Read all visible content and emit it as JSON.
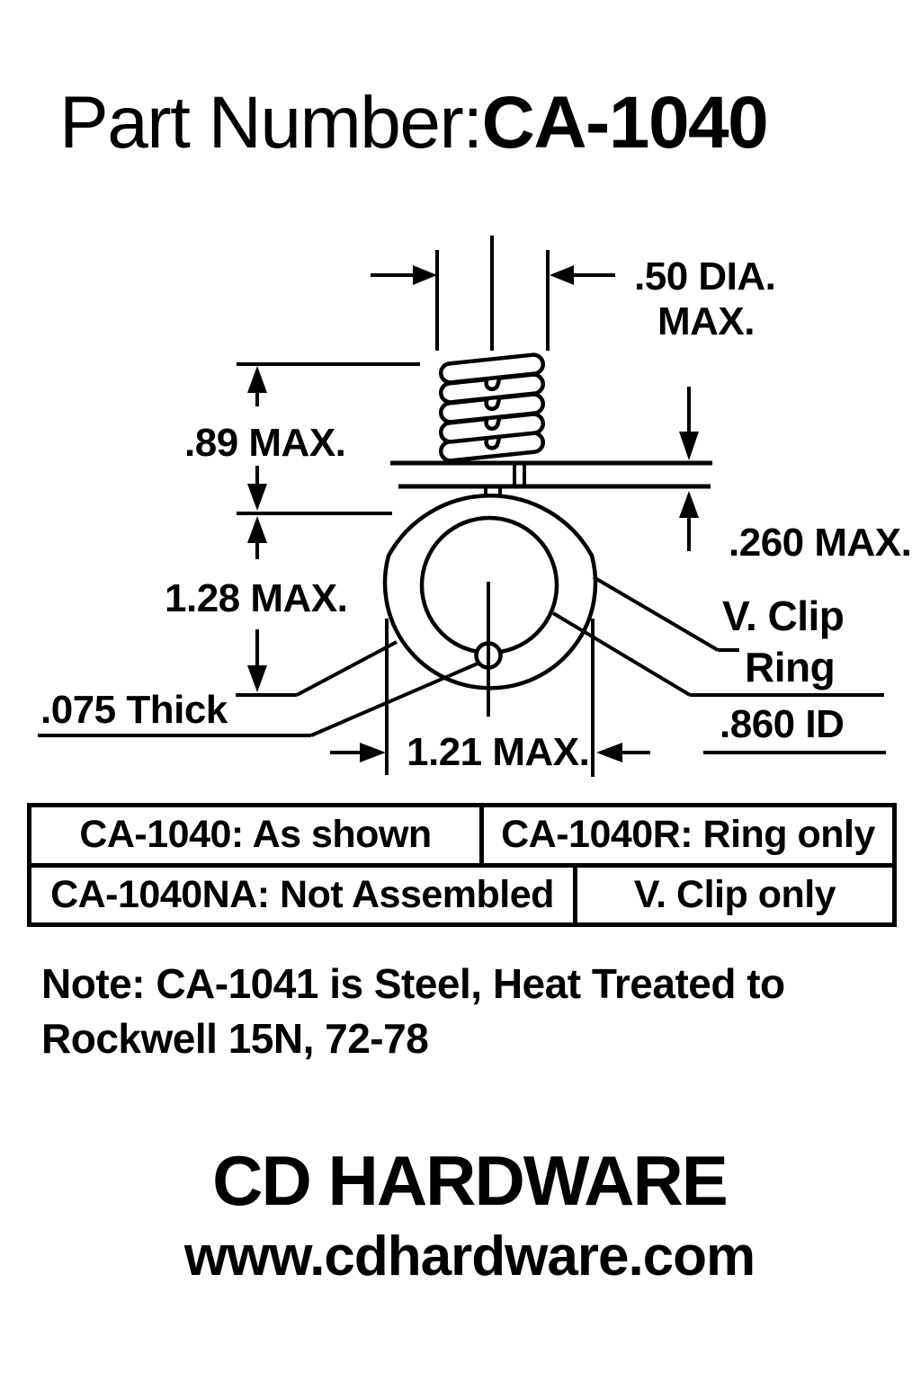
{
  "page": {
    "background": "#ffffff",
    "ink": "#000000"
  },
  "title": {
    "prefix": "Part Number:",
    "part": "CA-1040"
  },
  "diagram": {
    "labels": {
      "dia_line1": ".50 DIA.",
      "dia_line2": "MAX.",
      "spring_height": ".89 MAX.",
      "overall_height": "1.28 MAX.",
      "gap": ".260 MAX.",
      "overall_width": "1.21 MAX.",
      "thickness": ".075 Thick",
      "vclip_line1": "V. Clip",
      "vclip_line2": "Ring",
      "inner_diameter": ".860 ID"
    }
  },
  "table": {
    "rows": [
      [
        "CA-1040: As shown",
        "CA-1040R: Ring only"
      ],
      [
        "CA-1040NA: Not Assembled",
        "V. Clip only"
      ]
    ]
  },
  "note": {
    "line1": "Note: CA-1041 is Steel, Heat Treated to",
    "line2": "Rockwell 15N, 72-78"
  },
  "footer": {
    "company": "CD HARDWARE",
    "website": "www.cdhardware.com"
  }
}
